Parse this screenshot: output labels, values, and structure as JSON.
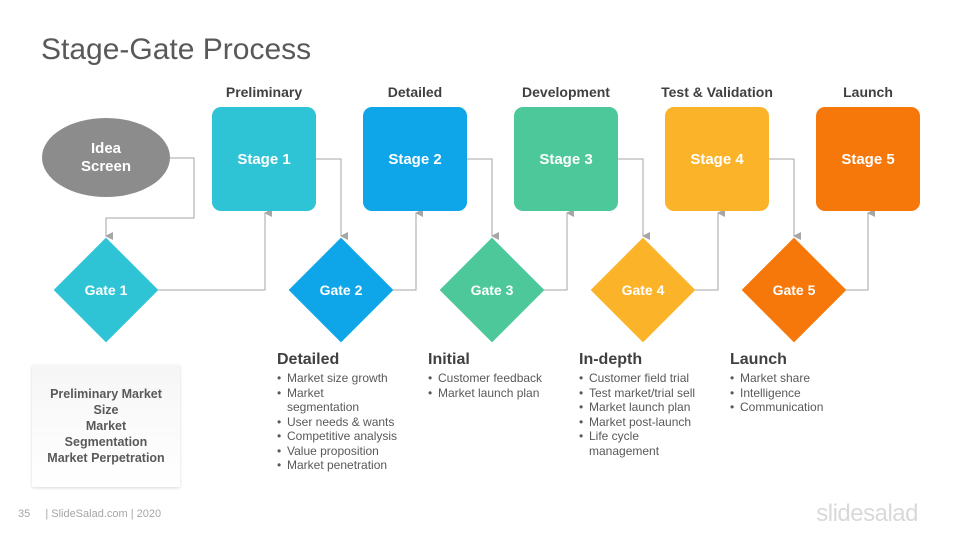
{
  "title": "Stage-Gate Process",
  "idea": {
    "label": "Idea Screen",
    "color": "#8c8c8c"
  },
  "phases": [
    "Preliminary",
    "Detailed",
    "Development",
    "Test & Validation",
    "Launch"
  ],
  "stages": [
    {
      "label": "Stage 1",
      "color": "#2ec4d6"
    },
    {
      "label": "Stage 2",
      "color": "#0ea5e9"
    },
    {
      "label": "Stage 3",
      "color": "#4cc89a"
    },
    {
      "label": "Stage 4",
      "color": "#fbb42a"
    },
    {
      "label": "Stage 5",
      "color": "#f6780a"
    }
  ],
  "gates": [
    {
      "label": "Gate 1",
      "color": "#2ec4d6"
    },
    {
      "label": "Gate 2",
      "color": "#0ea5e9"
    },
    {
      "label": "Gate 3",
      "color": "#4cc89a"
    },
    {
      "label": "Gate 4",
      "color": "#fbb42a"
    },
    {
      "label": "Gate 5",
      "color": "#f6780a"
    }
  ],
  "details": [
    {
      "heading": "Detailed",
      "items": [
        "Market size growth",
        "Market segmentation",
        "User needs & wants",
        "Competitive analysis",
        "Value proposition",
        "Market penetration"
      ]
    },
    {
      "heading": "Initial",
      "items": [
        "Customer feedback",
        "Market launch plan"
      ]
    },
    {
      "heading": "In-depth",
      "items": [
        "Customer field trial",
        "Test market/trial sell",
        "Market launch plan",
        "Market post-launch",
        "Life cycle management"
      ]
    },
    {
      "heading": "Launch",
      "items": [
        "Market share",
        "Intelligence",
        "Communication"
      ]
    }
  ],
  "preliminary_box": [
    "Preliminary Market",
    "Size",
    "Market",
    "Segmentation",
    "Market Perpetration"
  ],
  "footer": {
    "page": "35",
    "text": "| SlideSalad.com | 2020"
  },
  "logo": "slidesalad",
  "connector_color": "#a6a6a6"
}
